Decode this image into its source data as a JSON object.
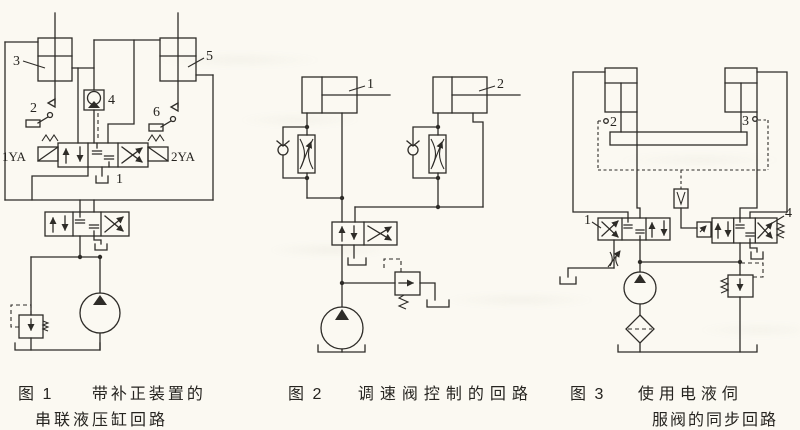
{
  "page": {
    "background": "#fbf9f2",
    "ink_color": "#2e2c28"
  },
  "figures": [
    {
      "number": "图 1",
      "title_line1": "带补正装置的",
      "title_line2": "串联液压缸回路",
      "labels": {
        "cylinder_left": "3",
        "cylinder_right": "5",
        "limit_switch_left": "2",
        "limit_switch_right": "6",
        "check_valve": "4",
        "directional_valve": "1",
        "solenoid_left": "1YA",
        "solenoid_right": "2YA"
      }
    },
    {
      "number": "图 2",
      "title_line1": "调速阀控制的回路",
      "title_line2": "",
      "labels": {
        "cylinder_left": "1",
        "cylinder_right": "2"
      }
    },
    {
      "number": "图 3",
      "title_line1": "使用电液伺",
      "title_line2": "服阀的同步回路",
      "labels": {
        "directional_valve": "1",
        "sensor_left": "2",
        "sensor_right": "3",
        "servo_valve": "4"
      }
    }
  ]
}
